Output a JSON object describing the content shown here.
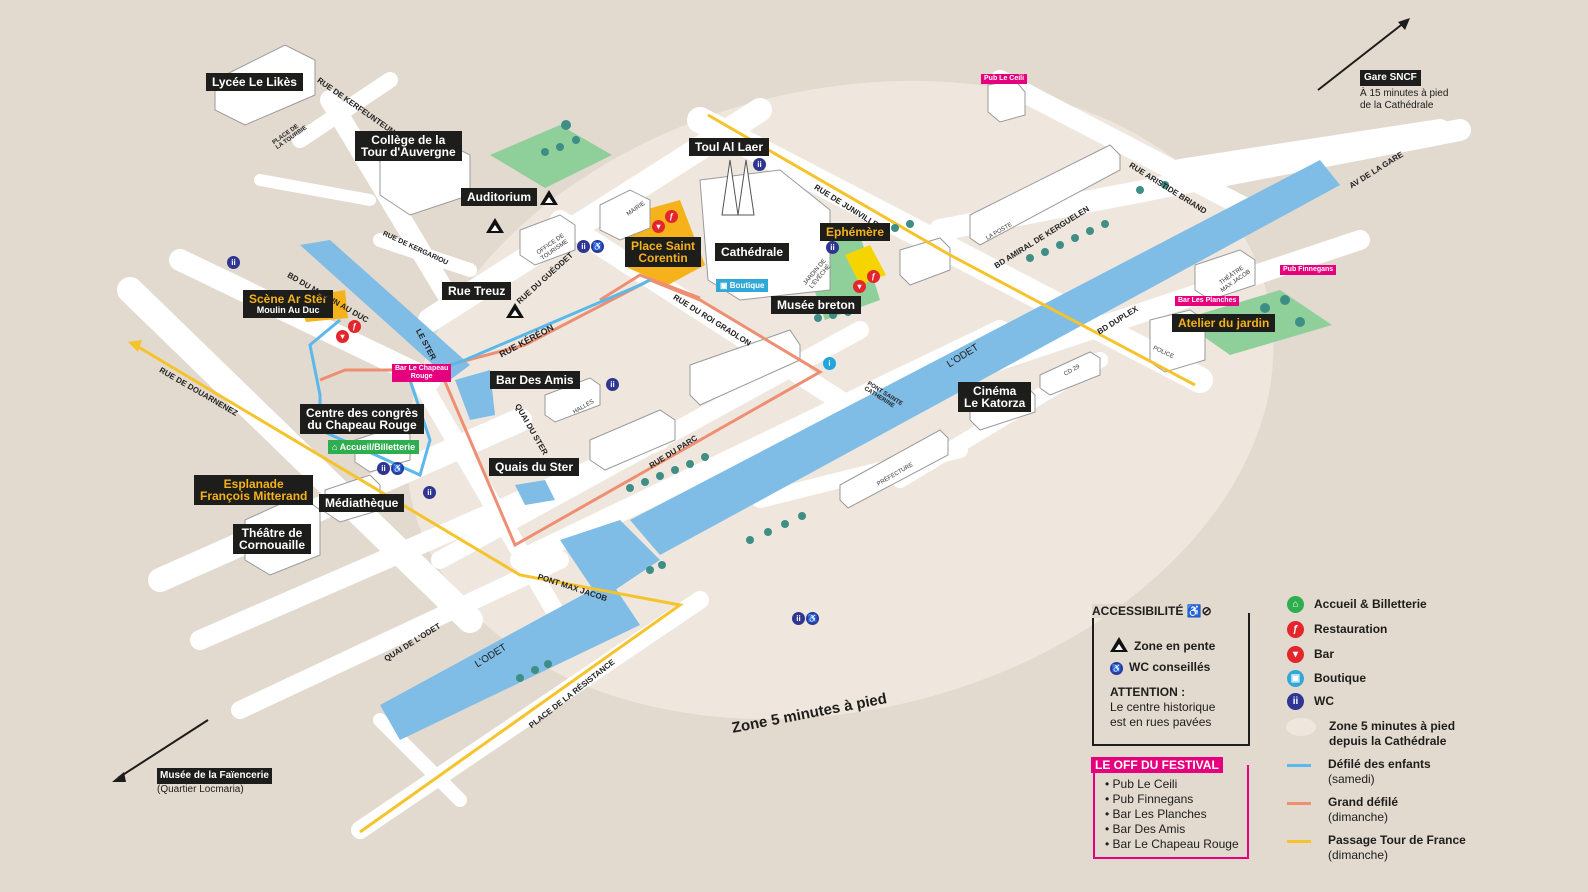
{
  "labels": {
    "lycee": "Lycée Le Likès",
    "college": "Collège de la\nTour d'Auvergne",
    "auditorium": "Auditorium",
    "toul": "Toul Al Laer",
    "place_st": "Place Saint\nCorentin",
    "cathedrale": "Cathédrale",
    "ephemere": "Ephémère",
    "musee_breton": "Musée breton",
    "rue_treuz": "Rue Treuz",
    "scene": "Scène Ar Stêr",
    "scene_sub": "Moulin Au Duc",
    "bar_amis": "Bar Des Amis",
    "centre": "Centre des congrès\ndu Chapeau Rouge",
    "quais": "Quais du Ster",
    "esplanade": "Esplanade\nFrançois Mitterand",
    "mediatheque": "Médiathèque",
    "theatre": "Théâtre de\nCornouaille",
    "cinema": "Cinéma\nLe Katorza",
    "atelier": "Atelier du jardin"
  },
  "pink_labels": {
    "pub_ceili": "Pub Le Ceili",
    "pub_finnegans": "Pub Finnegans",
    "bar_planches": "Bar Les Planches",
    "chapeau_rouge": "Bar Le Chapeau\nRouge"
  },
  "green_labels": {
    "accueil": "Accueil/Billetterie"
  },
  "blue_labels": {
    "boutique": "Boutique"
  },
  "streets": {
    "kerfeunteun": "RUE DE KERFEUNTEUN",
    "toursie": "PLACE DE\nLA TOURBIE",
    "kergariou": "RUE DE KERGARIOU",
    "moulin": "BD DU MOULIN AU DUC",
    "douarnenez": "RUE DE DOUARNENEZ",
    "gueodet": "RUE DU GUÉODET",
    "kereon": "RUE KÉRÉON",
    "ster": "LE STER",
    "quai_ster": "QUAI DU STER",
    "roi_gradlon": "RUE DU ROI GRADLON",
    "parc": "RUE DU PARC",
    "juniville": "RUE DE JUNIVILLE",
    "aristide": "RUE ARISTIDE BRIAND",
    "gare": "AV DE LA GARE",
    "kerguelen": "BD AMIRAL DE KERGUELEN",
    "dupleix": "BD DUPLEX",
    "pont_catherine": "PONT SAINTE\nCATHERINE",
    "pont_max": "PONT MAX JACOB",
    "quai_odet": "QUAI DE L'ODET",
    "resistance": "PLACE DE LA RÉSISTANCE",
    "odet1": "L'ODET",
    "odet2": "L'ODET"
  },
  "building_text": {
    "mairie": "MAIRIE",
    "office": "OFFICE DE\nTOURISME",
    "halles": "HALLES",
    "poste": "LA POSTE",
    "theatre_jacob": "THÉÂTRE\nMAX JACOB",
    "police": "POLICE",
    "cd29": "CD 29",
    "prefecture": "PRÉFECTURE",
    "jardin": "JARDIN DE\nL'ÉVÊCHÉ"
  },
  "icons": {
    "wc": "wc-icon",
    "access": "wheelchair-icon",
    "food": "fork-knife-icon",
    "bar": "cup-icon",
    "info": "info-icon",
    "slope": "slope-icon",
    "shop": "bag-icon",
    "home": "house-icon"
  },
  "zone_label": "Zone 5 minutes à pied",
  "gare": {
    "title": "Gare SNCF",
    "note": "À 15 minutes à pied\nde la Cathédrale"
  },
  "musee_faiencerie": {
    "title": "Musée de la Faïencerie",
    "note": "(Quartier Locmaria)"
  },
  "accessibility": {
    "title": "ACCESSIBILITÉ",
    "slope": "Zone en pente",
    "wc": "WC conseillés",
    "attention_title": "ATTENTION :",
    "attention_text": "Le centre historique\nest en rues pavées"
  },
  "off_festival": {
    "title": "LE OFF DU FESTIVAL",
    "items": [
      "• Pub Le Ceili",
      "• Pub Finnegans",
      "• Bar Les Planches",
      "• Bar Des Amis",
      "• Bar Le Chapeau Rouge"
    ]
  },
  "legend": {
    "accueil": "Accueil & Billetterie",
    "restauration": "Restauration",
    "bar": "Bar",
    "boutique": "Boutique",
    "wc": "WC",
    "zone": "Zone 5 minutes à pied",
    "zone_sub": "depuis la Cathédrale",
    "defile_enfants": "Défilé des enfants",
    "defile_enfants_sub": "(samedi)",
    "grand_defile": "Grand défilé",
    "grand_defile_sub": "(dimanche)",
    "tour": "Passage Tour de France",
    "tour_sub": "(dimanche)"
  },
  "colors": {
    "background": "#e2d9cf",
    "zone": "#efe7de",
    "road": "#ffffff",
    "water": "#7fbde6",
    "park": "#8fcf9a",
    "accent_orange": "#f6b21a",
    "label_bg": "#1d1d1b",
    "pink": "#e6007e",
    "green": "#2fae4f",
    "blue_child": "#5ab9ea",
    "salmon": "#ee8f73",
    "yellow_tour": "#f5c32b",
    "wc_blue": "#2f3592",
    "red": "#e3262c"
  }
}
